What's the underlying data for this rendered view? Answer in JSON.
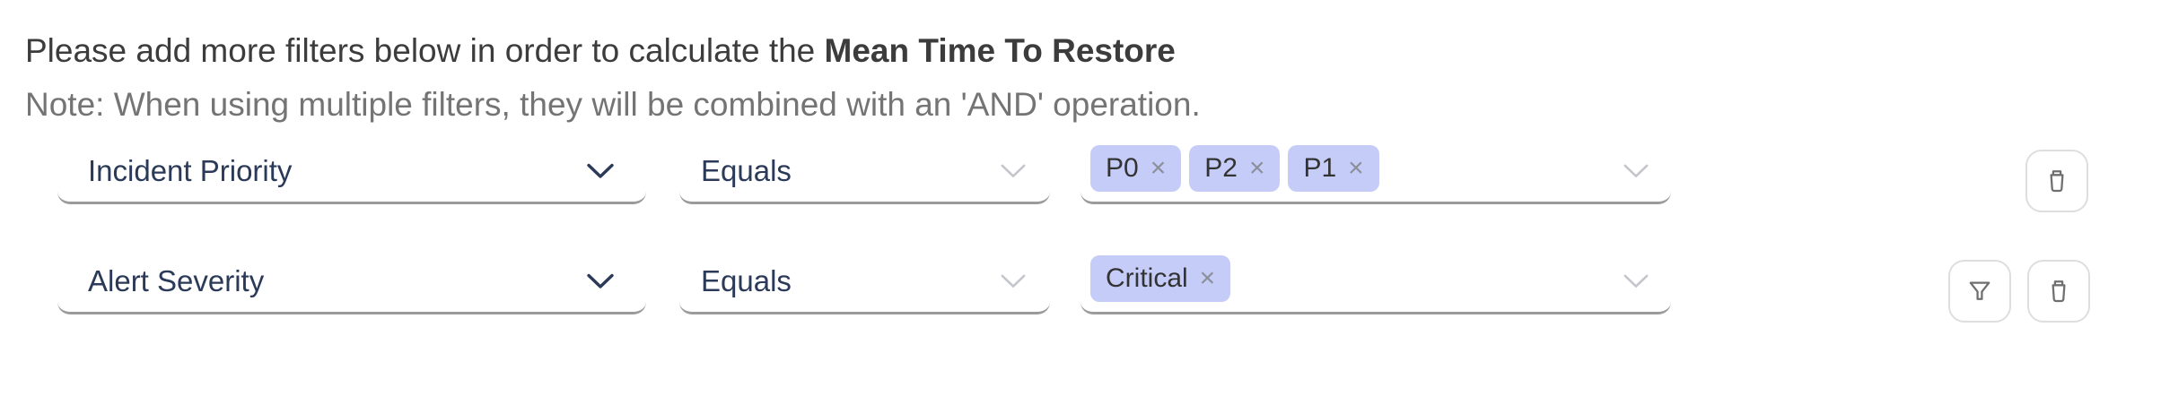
{
  "header": {
    "prompt_prefix": "Please add more filters below in order to calculate the",
    "metric": "Mean Time To Restore",
    "note": "Note: When using multiple filters, they will be combined with an 'AND' operation."
  },
  "ui": {
    "remove_glyph": "×"
  },
  "colors": {
    "header_text": "#3c3c3c",
    "note_text": "#747474",
    "field_text": "#2b3a58",
    "underline": "#9b9b9b",
    "tag_bg": "#c6ccf8",
    "tag_text": "#333333",
    "tag_remove": "#8a8f98",
    "chevron_muted": "#c4c6cc",
    "icon": "#6f6f6f",
    "button_border": "#dedede"
  },
  "rows": [
    {
      "field": "Incident Priority",
      "operator": "Equals",
      "values": [
        "P0",
        "P2",
        "P1"
      ],
      "actions": [
        "delete"
      ]
    },
    {
      "field": "Alert Severity",
      "operator": "Equals",
      "values": [
        "Critical"
      ],
      "actions": [
        "filter",
        "delete"
      ]
    }
  ]
}
